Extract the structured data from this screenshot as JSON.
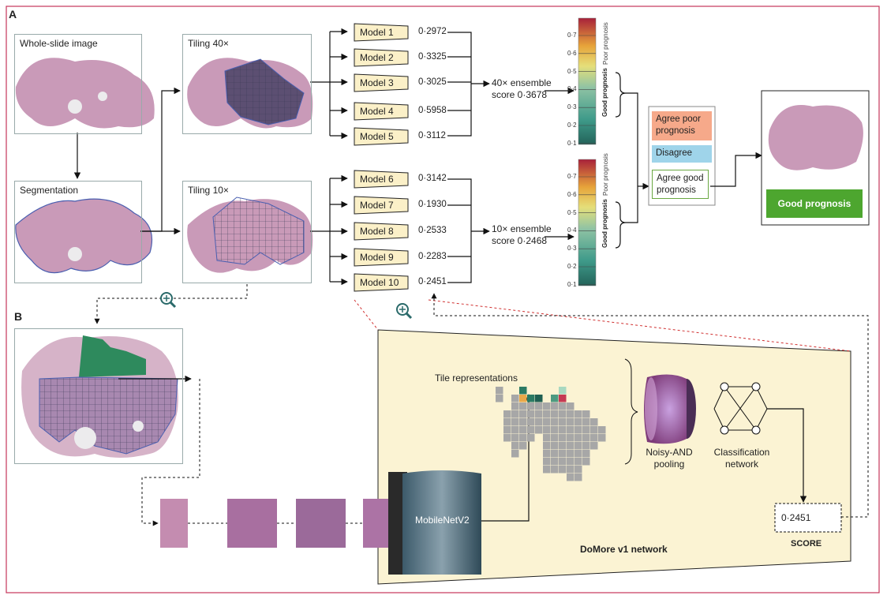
{
  "panels": {
    "a": "A",
    "b": "B"
  },
  "slides": {
    "wsi": "Whole-slide image",
    "seg": "Segmentation",
    "t40": "Tiling 40×",
    "t10": "Tiling 10×"
  },
  "models": [
    {
      "name": "Model 1",
      "score": "0·2972"
    },
    {
      "name": "Model 2",
      "score": "0·3325"
    },
    {
      "name": "Model 3",
      "score": "0·3025"
    },
    {
      "name": "Model 4",
      "score": "0·5958"
    },
    {
      "name": "Model 5",
      "score": "0·3112"
    },
    {
      "name": "Model 6",
      "score": "0·3142"
    },
    {
      "name": "Model 7",
      "score": "0·1930"
    },
    {
      "name": "Model 8",
      "score": "0·2533"
    },
    {
      "name": "Model 9",
      "score": "0·2283"
    },
    {
      "name": "Model 10",
      "score": "0·2451"
    }
  ],
  "ensembles": {
    "e40_l1": "40× ensemble",
    "e40_l2": "score 0·3678",
    "e10_l1": "10× ensemble",
    "e10_l2": "score 0·2468"
  },
  "scale": {
    "ticks": [
      "0·7",
      "0·6",
      "0·5",
      "0·4",
      "0·3",
      "0·2",
      "0·1"
    ],
    "poor": "Poor prognosis",
    "good": "Good prognosis"
  },
  "decision": {
    "agree_poor": "Agree poor prognosis",
    "disagree": "Disagree",
    "agree_good": "Agree good prognosis",
    "result": "Good prognosis"
  },
  "network": {
    "tile_repr": "Tile representations",
    "mobilenet": "MobileNetV2",
    "pool_l1": "Noisy-AND",
    "pool_l2": "pooling",
    "cls_l1": "Classification",
    "cls_l2": "network",
    "score_value": "0·2451",
    "score_label": "SCORE",
    "title": "DoMore v1 network"
  },
  "colors": {
    "frame": "#c6355b",
    "model_fill": "#fbf0c8",
    "net_bg": "#fbf3d3",
    "green": "#2e8a5d",
    "result_green": "#4da62f"
  },
  "icons": [
    "zoom-in-icon"
  ]
}
